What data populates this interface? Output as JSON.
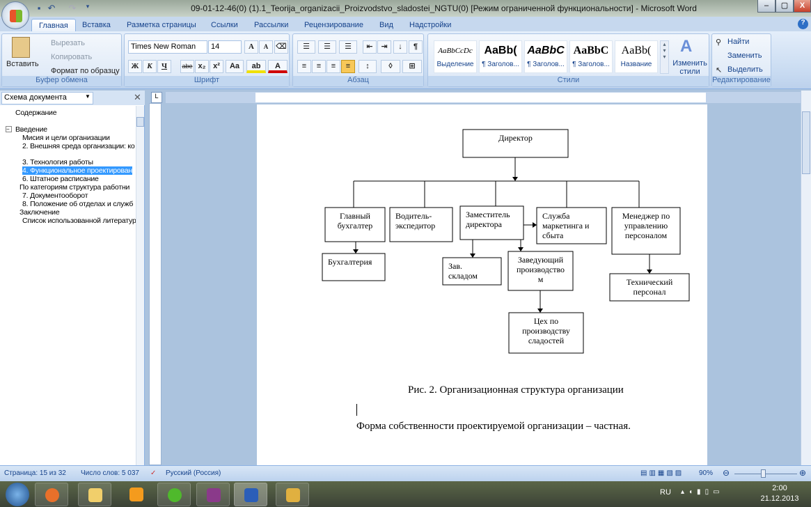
{
  "window": {
    "title": "09-01-12-46(0) (1).1_Teorija_organizacii_Proizvodstvo_sladostei_NGTU(0) [Режим ограниченной функциональности] - Microsoft Word",
    "minimize": "–",
    "maximize": "▢",
    "close": "X"
  },
  "tabs": [
    "Главная",
    "Вставка",
    "Разметка страницы",
    "Ссылки",
    "Рассылки",
    "Рецензирование",
    "Вид",
    "Надстройки"
  ],
  "ribbon": {
    "clipboard": {
      "label": "Буфер обмена",
      "paste": "Вставить",
      "cut": "Вырезать",
      "copy": "Копировать",
      "format_painter": "Формат по образцу"
    },
    "font": {
      "label": "Шрифт",
      "font_name": "Times New Roman",
      "font_size": "14",
      "grow": "A",
      "shrink": "A",
      "bold": "Ж",
      "italic": "К",
      "underline": "Ч",
      "strike": "abe",
      "sub": "x₂",
      "sup": "x²",
      "case": "Aa"
    },
    "paragraph": {
      "label": "Абзац"
    },
    "styles": {
      "label": "Стили",
      "items": [
        {
          "sample": "AaBbCcDc",
          "name": "Выделение"
        },
        {
          "sample": "AaBb(",
          "name": "¶ Заголов..."
        },
        {
          "sample": "AaBbC",
          "name": "¶ Заголов..."
        },
        {
          "sample": "AaBbC",
          "name": "¶ Заголов..."
        },
        {
          "sample": "AaBb(",
          "name": "Название"
        }
      ],
      "change_styles": "Изменить стили"
    },
    "editing": {
      "label": "Редактирование",
      "find": "Найти",
      "replace": "Заменить",
      "select": "Выделить"
    }
  },
  "nav_pane": {
    "title": "Схема документа",
    "items": [
      {
        "text": "Содержание",
        "level": 0
      },
      {
        "text": "Введение",
        "level": 0
      },
      {
        "text": "Мисия и цели организации",
        "level": 2
      },
      {
        "text": "2. Внешняя среда организации: ко",
        "level": 2
      },
      {
        "text": "3. Технология работы",
        "level": 2
      },
      {
        "text": "4. Функциональное проектирован",
        "level": 2,
        "selected": true
      },
      {
        "text": "6. Штатное расписание",
        "level": 2
      },
      {
        "text": "По категориям структура работни",
        "level": 1
      },
      {
        "text": "7. Документооборот",
        "level": 2
      },
      {
        "text": "8. Положение об отделах и служб",
        "level": 2
      },
      {
        "text": "Заключение",
        "level": 1
      },
      {
        "text": "Список использованной литератур",
        "level": 2
      }
    ]
  },
  "document": {
    "org_chart": {
      "director": [
        "Директор"
      ],
      "chief_accountant": [
        "Главный",
        "бухгалтер"
      ],
      "driver": [
        "Водитель-",
        "экспедитор"
      ],
      "deputy": [
        "Заместитель",
        "директора"
      ],
      "marketing": [
        "Служба",
        "маркетинга и",
        "сбыта"
      ],
      "hr_manager": [
        "Менеджер по",
        "управлению",
        "персоналом"
      ],
      "accounting": [
        "Бухгалтерия"
      ],
      "warehouse": [
        "Зав.",
        "складом"
      ],
      "production_head": [
        "Заведующий",
        "производство",
        "м"
      ],
      "workshop": [
        "Цех по",
        "производству",
        "сладостей"
      ],
      "tech_staff": [
        "Технический",
        "персонал"
      ]
    },
    "caption": "Рис. 2. Организационная структура организации",
    "paragraph": "Форма собственности проектируемой организации – частная."
  },
  "status": {
    "page": "Страница: 15 из 32",
    "words": "Число слов: 5 037",
    "language": "Русский (Россия)",
    "zoom": "90%",
    "zoom_percent": 90
  },
  "taskbar": {
    "lang": "RU",
    "time": "2:00",
    "date": "21.12.2013"
  }
}
